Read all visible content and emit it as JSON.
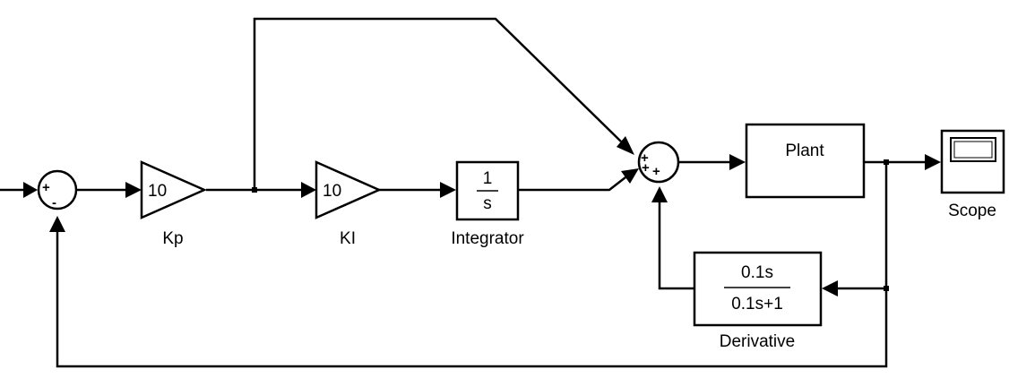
{
  "blocks": {
    "kp": {
      "value": "10",
      "label": "Kp"
    },
    "ki": {
      "value": "10",
      "label": "KI"
    },
    "integrator": {
      "numerator": "1",
      "denominator": "s",
      "label": "Integrator"
    },
    "plant": {
      "value": "Plant"
    },
    "derivative": {
      "numerator": "0.1s",
      "denominator": "0.1s+1",
      "label": "Derivative"
    },
    "scope": {
      "label": "Scope"
    }
  },
  "sum1": {
    "signs": [
      "+",
      "-"
    ]
  },
  "sum2": {
    "signs": [
      "+",
      "+",
      "+"
    ]
  }
}
